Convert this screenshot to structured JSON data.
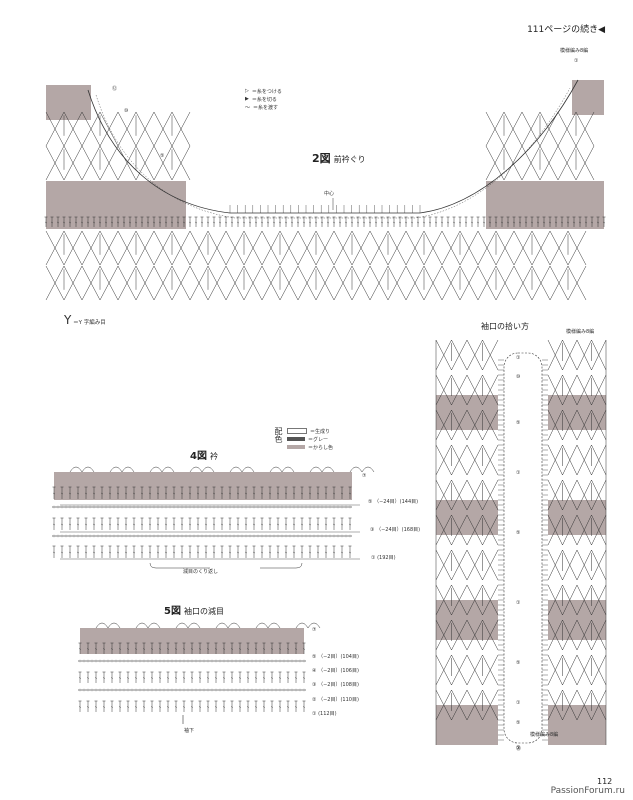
{
  "header": {
    "continuation": "111ページの続き◀"
  },
  "fig2": {
    "title": "2図",
    "subtitle": "前衿ぐり",
    "center_label": "中心",
    "legend": [
      {
        "symbol": "▷",
        "text": "＝糸をつける"
      },
      {
        "symbol": "▶",
        "text": "＝糸を切る"
      },
      {
        "symbol": "～",
        "text": "＝糸を渡す"
      }
    ],
    "pattern_label": "模様編み8編",
    "row_labels": [
      "⑫",
      "⑩",
      "⑤",
      "①"
    ]
  },
  "y_stitch": {
    "symbol": "Y",
    "text": "＝Y 字編み目"
  },
  "color_legend": {
    "title": "配色",
    "items": [
      {
        "text": "＝生成り",
        "color": "#ffffff"
      },
      {
        "text": "＝グレー",
        "color": "#555555"
      },
      {
        "text": "＝からし色",
        "color": "#b4a7a6"
      }
    ]
  },
  "fig4": {
    "title": "4図",
    "subtitle": "衿",
    "rows": [
      {
        "num": "⑦",
        "note": ""
      },
      {
        "num": "⑤",
        "note": "（−24目）(144目)"
      },
      {
        "num": "③",
        "note": "（−24目）(168目)"
      },
      {
        "num": "①",
        "note": "(192目)"
      }
    ],
    "bottom_label": "減目のくり返し"
  },
  "fig5": {
    "title": "5図",
    "subtitle": "袖口の減目",
    "rows": [
      {
        "num": "⑦",
        "note": ""
      },
      {
        "num": "⑤",
        "note": "（−2目）(104目)"
      },
      {
        "num": "④",
        "note": "（−2目）(106目)"
      },
      {
        "num": "③",
        "note": "（−2目）(108目)"
      },
      {
        "num": "②",
        "note": "（−2目）(110目)"
      },
      {
        "num": "①",
        "note": "(112目)"
      }
    ],
    "bottom_label": "袖下"
  },
  "sleeve": {
    "title": "袖口の拾い方",
    "top_label": "模様編み8編",
    "bottom_label": "模様編み8編",
    "side_labels": [
      "①",
      "⑩",
      "⑤",
      "①",
      "⑤",
      "①",
      "⑤",
      "①",
      "⑤",
      "①",
      "⑳"
    ]
  },
  "page_number": "112",
  "watermark": "PassionForum.ru"
}
